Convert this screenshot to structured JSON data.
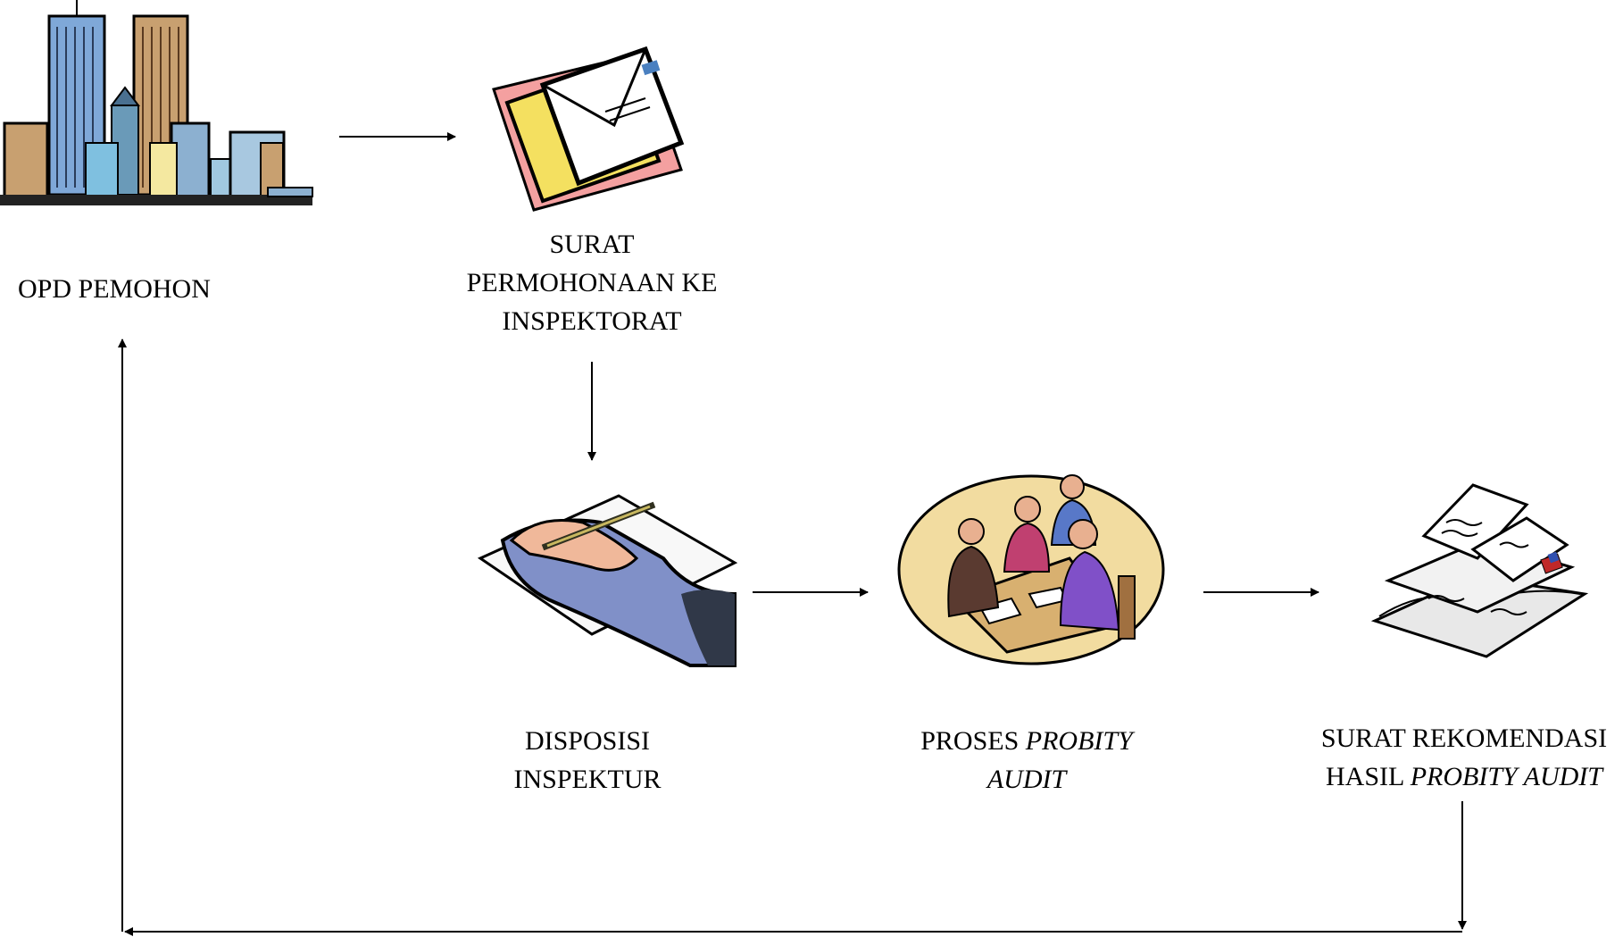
{
  "nodes": {
    "opd": {
      "label": "OPD PEMOHON",
      "icon": "city-buildings-icon"
    },
    "surat": {
      "line1": "SURAT",
      "line2": "PERMOHONAAN KE",
      "line3": "INSPEKTORAT",
      "icon": "letters-envelopes-icon"
    },
    "disposisi": {
      "line1": "DISPOSISI",
      "line2": "INSPEKTUR",
      "icon": "hand-writing-icon"
    },
    "proses": {
      "line1_plain": "PROSES ",
      "line1_italic": "PROBITY",
      "line2_italic": "AUDIT",
      "icon": "meeting-people-icon"
    },
    "rekomendasi": {
      "line1": "SURAT REKOMENDASI",
      "line2_plain": "HASIL ",
      "line2_italic": "PROBITY AUDIT",
      "icon": "documents-stack-icon"
    }
  },
  "colors": {
    "line": "#000000",
    "sky": "#7fa8d8",
    "tan": "#c8a070",
    "skin": "#e8b090",
    "paper": "#f4f4f4"
  }
}
